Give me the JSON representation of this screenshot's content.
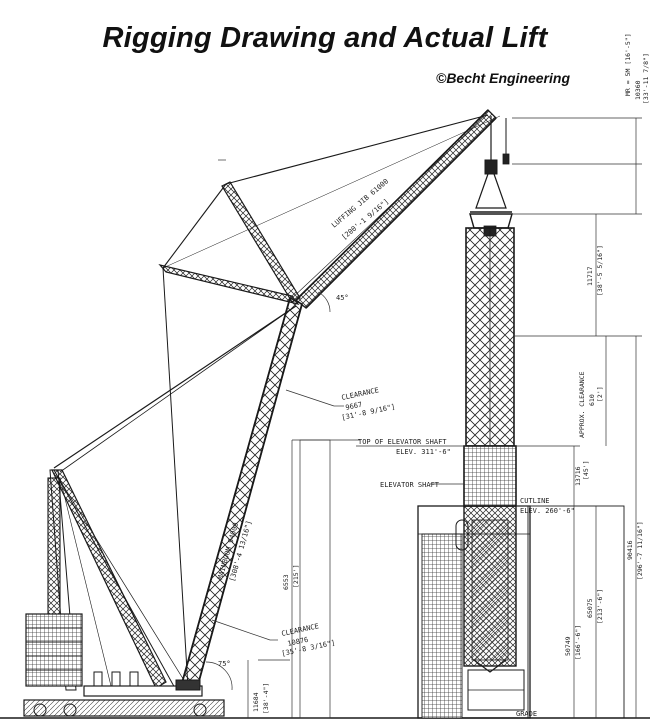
{
  "header": {
    "title": "Rigging Drawing and Actual Lift",
    "copyright": "©Becht Engineering"
  },
  "labels": {
    "luffing_jib": "LUFFING JIB 61000",
    "luffing_jib_dim": "[200'-1 9/16\"]",
    "mainboom": "MAINBOOM 94000",
    "mainboom_dim": "[308'-4 13/16\"]",
    "clearance_top": "CLEARANCE",
    "clearance_top_val": "9667",
    "clearance_top_dim": "[31'-8 9/16\"]",
    "clearance_bottom": "CLEARANCE",
    "clearance_bottom_val": "10876",
    "clearance_bottom_dim": "[35'-8 3/16\"]",
    "top_elevator_shaft": "TOP OF ELEVATOR SHAFT",
    "top_elevator_elev": "ELEV. 311'-6\"",
    "elevator_shaft": "ELEVATOR SHAFT",
    "cutline": "CUTLINE",
    "cutline_elev": "ELEV. 260'-6\"",
    "grade": "GRADE",
    "approx_clearance": "APPROX. CLEARANCE",
    "approx_clearance_val": "610",
    "approx_clearance_dim": "[2']",
    "dim_11717": "11717",
    "dim_11717_ft": "[38'-5 5/16\"]",
    "dim_mr": "MR = 5M [16'-5\"]",
    "dim_10360": "10360",
    "dim_10360_ft": "[33'-11 7/8\"]",
    "dim_13716": "13716",
    "dim_13716_ft": "[45']",
    "dim_65075": "65075",
    "dim_65075_ft": "[213'-6\"]",
    "dim_50749": "50749",
    "dim_50749_ft": "[166'-6\"]",
    "dim_90416": "90416",
    "dim_90416_ft": "[296'-7 11/16\"]",
    "dim_6553": "6553",
    "dim_6553_ft": "[215']",
    "dim_11684": "11684",
    "dim_11684_ft": "[38'-4\"]",
    "angle_45": "45°",
    "angle_75": "75°"
  },
  "colors": {
    "ink": "#1a1a1a",
    "paper": "#ffffff",
    "grid_fill": "#555555"
  }
}
